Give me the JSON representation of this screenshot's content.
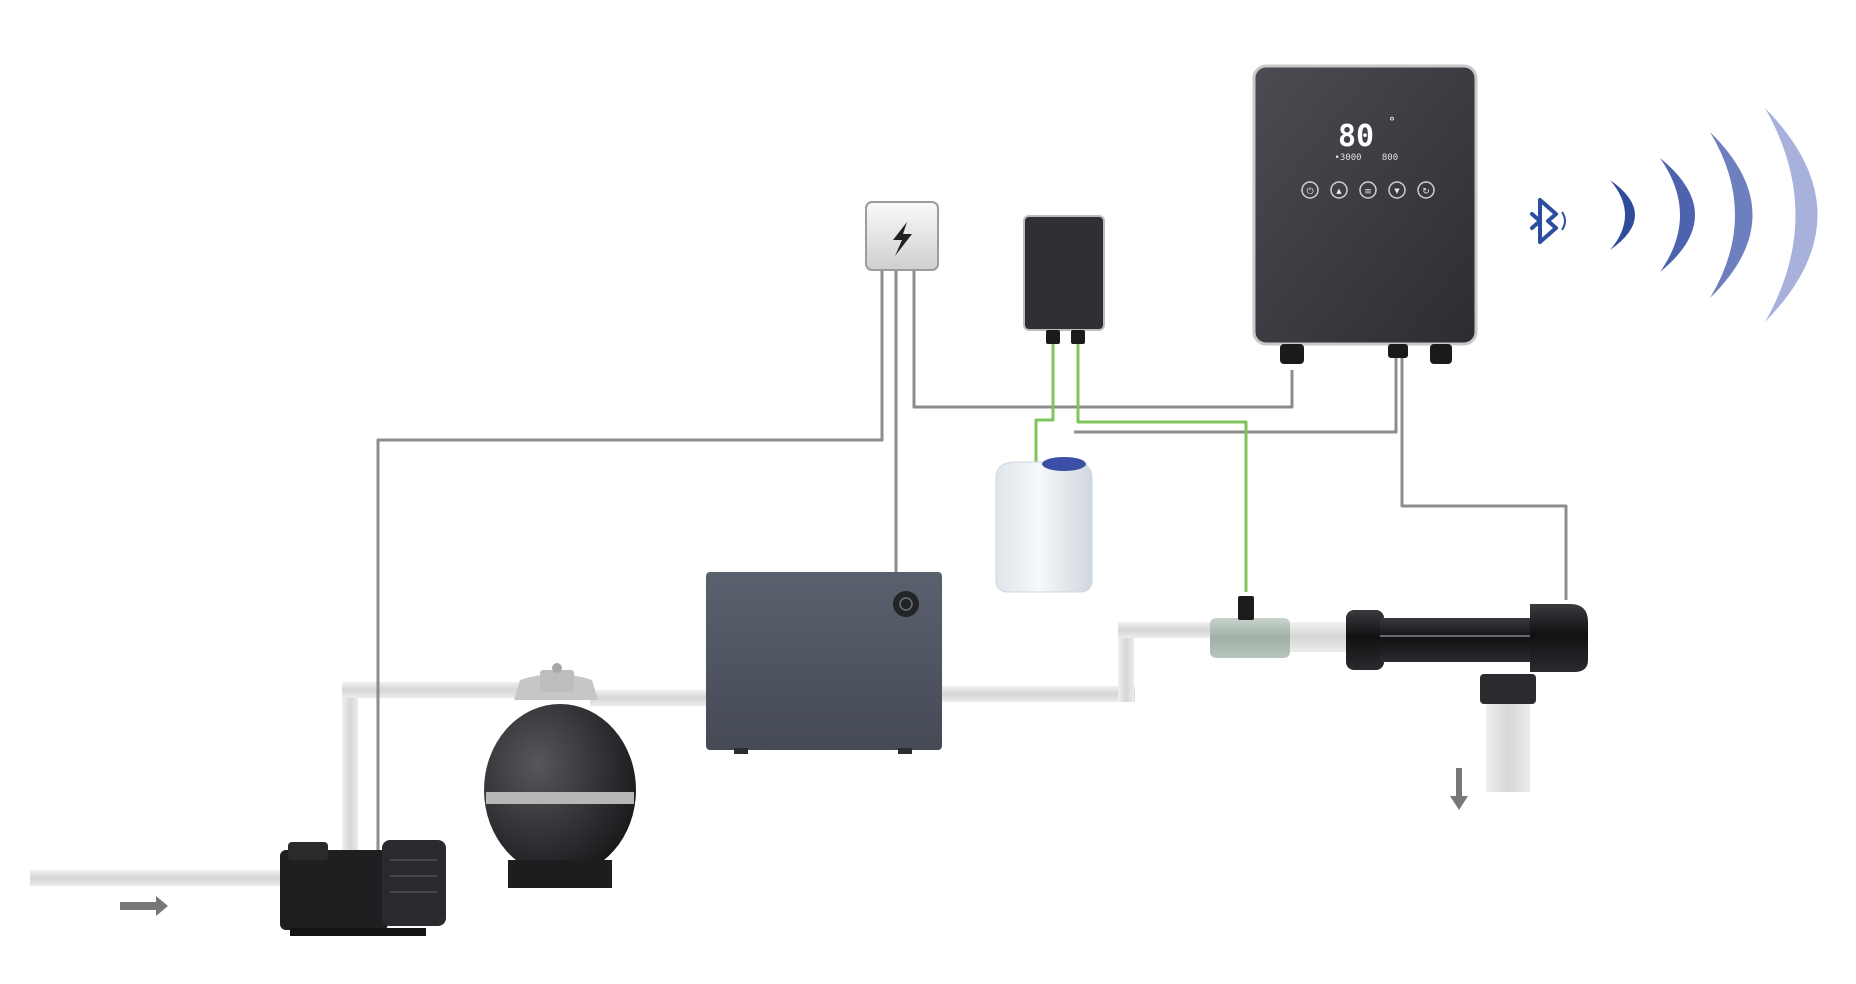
{
  "controller": {
    "display_value": "80",
    "display_unit": "°",
    "sub_left": "•3000",
    "sub_right": "800",
    "buttons": [
      {
        "name": "power",
        "glyph": "⏻"
      },
      {
        "name": "up",
        "glyph": "▲"
      },
      {
        "name": "menu",
        "glyph": "≡"
      },
      {
        "name": "down",
        "glyph": "▼"
      },
      {
        "name": "mode",
        "glyph": "↻"
      }
    ]
  },
  "colors": {
    "wire_gray": "#8c8c8c",
    "wire_green": "#7fc65a",
    "pipe": "#dcdcdc",
    "device_dark": "#3a3c42",
    "heat_pump": "#4f5561",
    "bluetooth_blue": "#2b4f9e",
    "wave_blue": "#6878b8",
    "arrow": "#777777"
  },
  "icons": {
    "power_box": "lightning-bolt-icon",
    "bluetooth": "bluetooth-icon",
    "inflow": "arrow-right-icon",
    "outflow": "arrow-down-icon"
  }
}
